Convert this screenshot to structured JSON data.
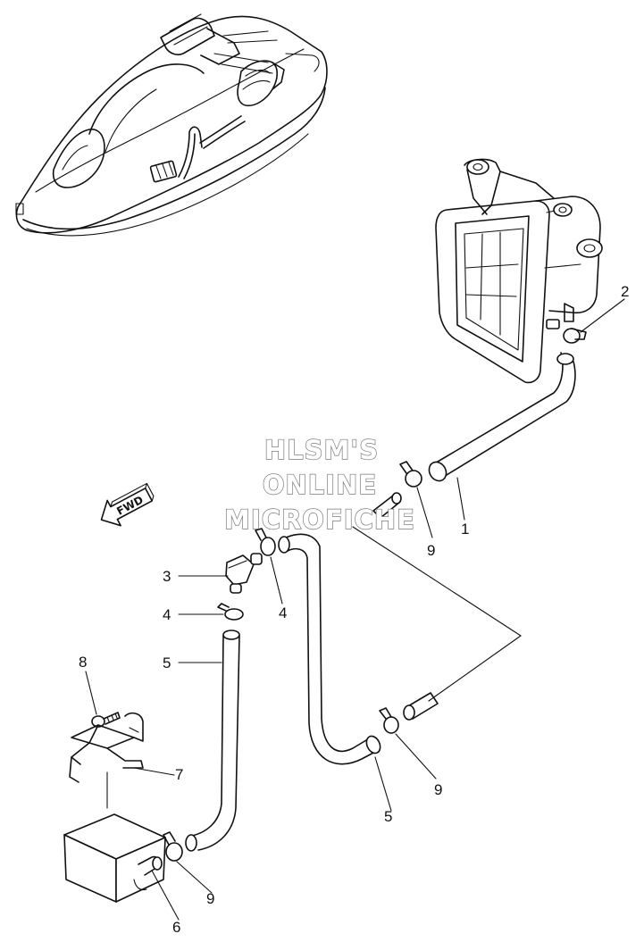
{
  "watermark": {
    "line1": "HLSM'S",
    "line2": "ONLINE",
    "line3": "MICROFICHE"
  },
  "direction_arrow": {
    "label": "FWD",
    "icon": "arrow-forward-icon"
  },
  "callouts": [
    {
      "number": "1",
      "part": "hose-long"
    },
    {
      "number": "2",
      "part": "clamp-at-jet-housing"
    },
    {
      "number": "3",
      "part": "elbow-joint"
    },
    {
      "number": "4",
      "part": "clamp-lower"
    },
    {
      "number": "4",
      "part": "clamp-upper"
    },
    {
      "number": "5",
      "part": "hose-left"
    },
    {
      "number": "5",
      "part": "hose-right"
    },
    {
      "number": "6",
      "part": "box-separator"
    },
    {
      "number": "7",
      "part": "bracket"
    },
    {
      "number": "8",
      "part": "screw"
    },
    {
      "number": "9",
      "part": "clamp-top"
    },
    {
      "number": "9",
      "part": "clamp-middle"
    },
    {
      "number": "9",
      "part": "clamp-bottom"
    }
  ]
}
